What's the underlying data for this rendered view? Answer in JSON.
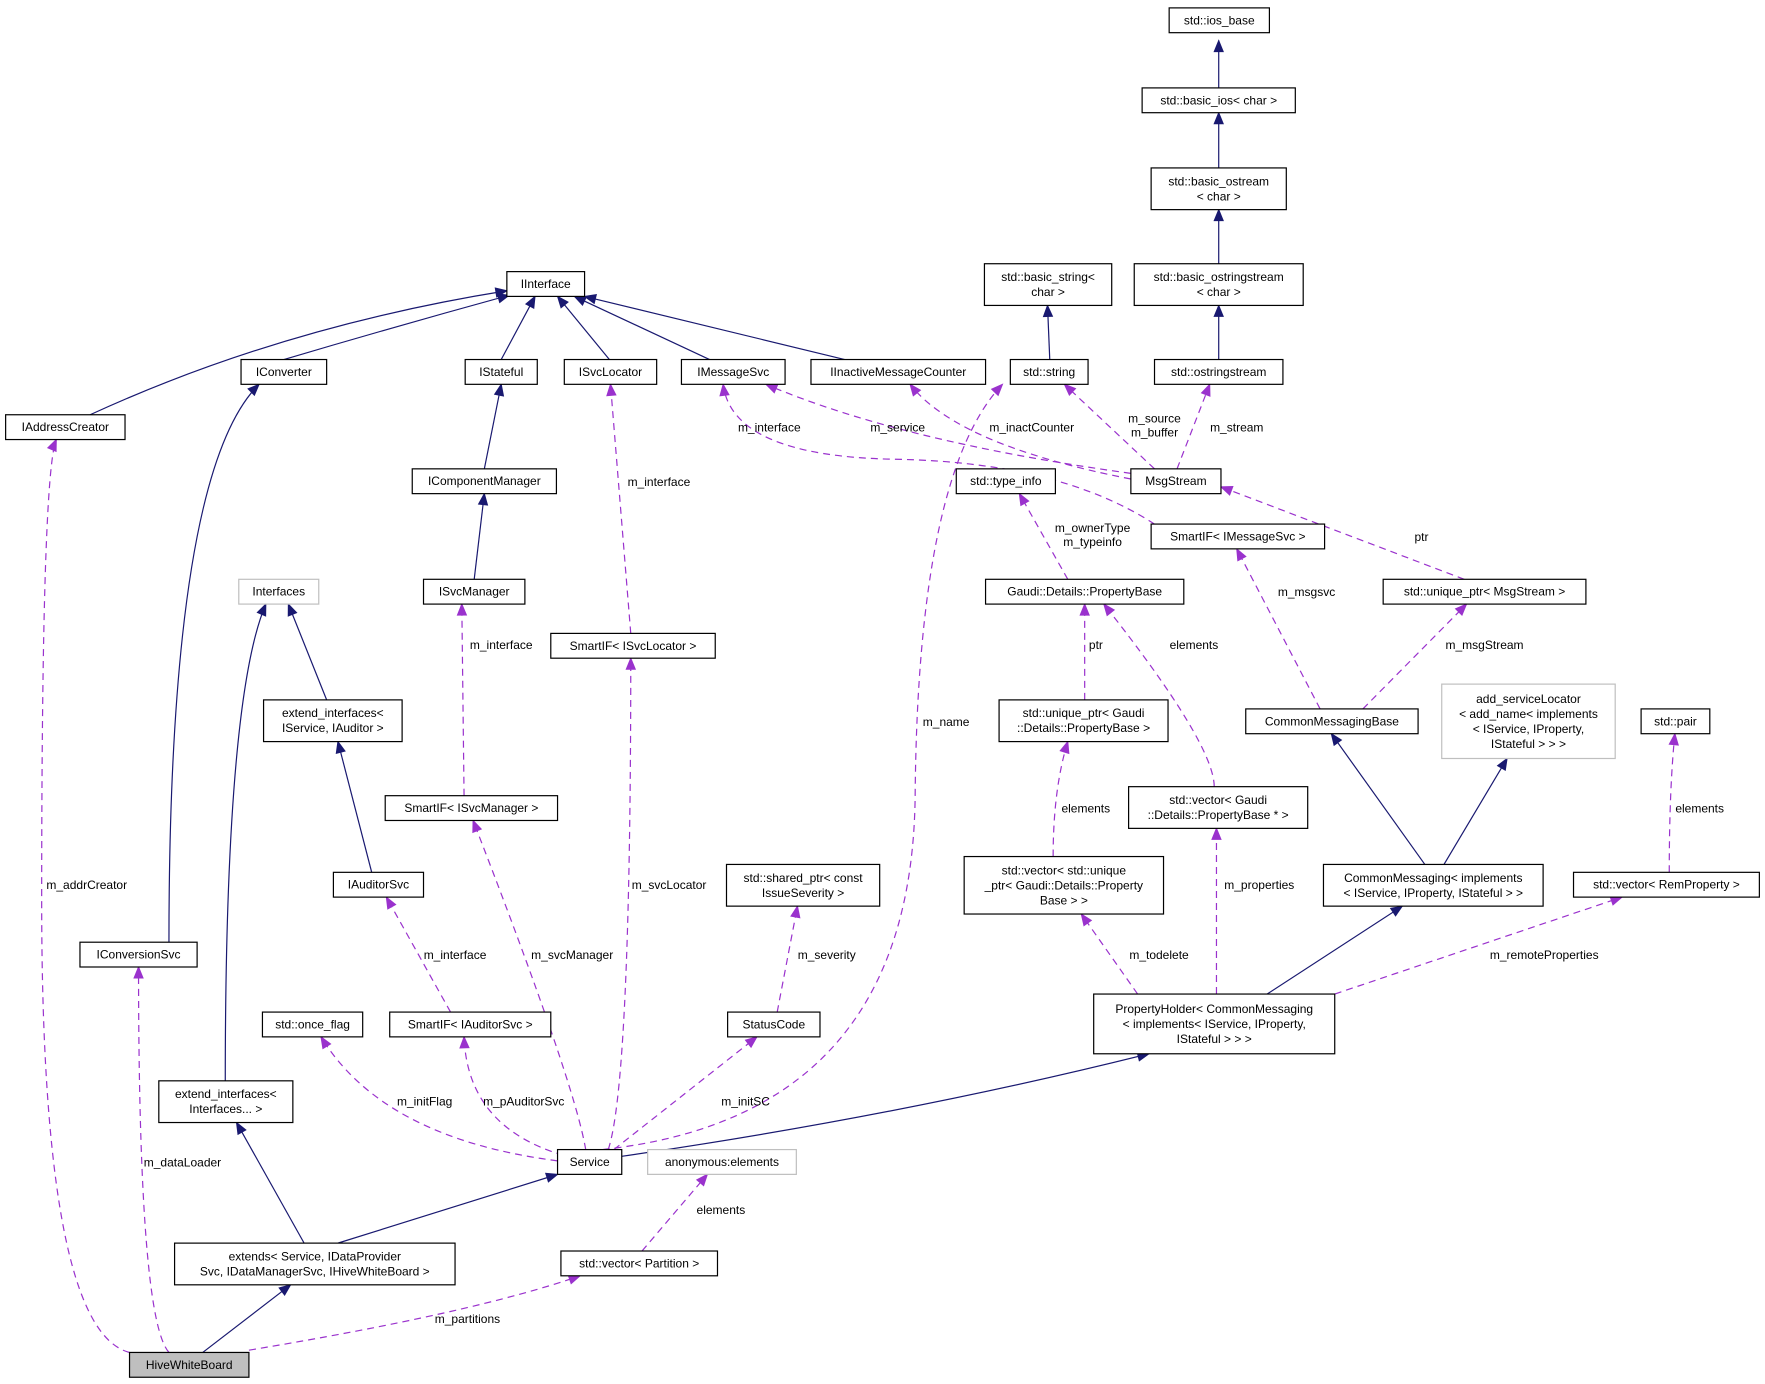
{
  "nodes": [
    {
      "id": "ios_base",
      "lines": [
        "std::ios_base"
      ],
      "style": "normal"
    },
    {
      "id": "basic_ios",
      "lines": [
        "std::basic_ios< char >"
      ],
      "style": "normal"
    },
    {
      "id": "basic_ostream",
      "lines": [
        "std::basic_ostream",
        "< char >"
      ],
      "style": "normal"
    },
    {
      "id": "basic_ostringstream",
      "lines": [
        "std::basic_ostringstream",
        "< char >"
      ],
      "style": "normal"
    },
    {
      "id": "basic_string",
      "lines": [
        "std::basic_string<",
        "char >"
      ],
      "style": "normal"
    },
    {
      "id": "IInterface",
      "lines": [
        "IInterface"
      ],
      "style": "normal"
    },
    {
      "id": "IConverter",
      "lines": [
        "IConverter"
      ],
      "style": "normal"
    },
    {
      "id": "IStateful",
      "lines": [
        "IStateful"
      ],
      "style": "normal"
    },
    {
      "id": "ISvcLocator",
      "lines": [
        "ISvcLocator"
      ],
      "style": "normal"
    },
    {
      "id": "IMessageSvc",
      "lines": [
        "IMessageSvc"
      ],
      "style": "normal"
    },
    {
      "id": "IInactiveMessageCounter",
      "lines": [
        "IInactiveMessageCounter"
      ],
      "style": "normal"
    },
    {
      "id": "string",
      "lines": [
        "std::string"
      ],
      "style": "normal"
    },
    {
      "id": "ostringstream",
      "lines": [
        "std::ostringstream"
      ],
      "style": "normal"
    },
    {
      "id": "IAddressCreator",
      "lines": [
        "IAddressCreator"
      ],
      "style": "normal"
    },
    {
      "id": "IComponentManager",
      "lines": [
        "IComponentManager"
      ],
      "style": "normal"
    },
    {
      "id": "type_info",
      "lines": [
        "std::type_info"
      ],
      "style": "normal"
    },
    {
      "id": "MsgStream",
      "lines": [
        "MsgStream"
      ],
      "style": "normal"
    },
    {
      "id": "SmartIF_IMessageSvc",
      "lines": [
        "SmartIF< IMessageSvc >"
      ],
      "style": "normal"
    },
    {
      "id": "Interfaces",
      "lines": [
        "Interfaces"
      ],
      "style": "gray"
    },
    {
      "id": "ISvcManager",
      "lines": [
        "ISvcManager"
      ],
      "style": "normal"
    },
    {
      "id": "PropertyBase",
      "lines": [
        "Gaudi::Details::PropertyBase"
      ],
      "style": "normal"
    },
    {
      "id": "unique_ptr_MsgStream",
      "lines": [
        "std::unique_ptr< MsgStream >"
      ],
      "style": "normal"
    },
    {
      "id": "SmartIF_ISvcLocator",
      "lines": [
        "SmartIF< ISvcLocator >"
      ],
      "style": "normal"
    },
    {
      "id": "extend_interfaces_ISvc",
      "lines": [
        "extend_interfaces<",
        "IService, IAuditor >"
      ],
      "style": "normal"
    },
    {
      "id": "unique_ptr_PropertyBase",
      "lines": [
        "std::unique_ptr< Gaudi",
        "::Details::PropertyBase >"
      ],
      "style": "normal"
    },
    {
      "id": "CommonMessagingBase",
      "lines": [
        "CommonMessagingBase"
      ],
      "style": "normal"
    },
    {
      "id": "add_serviceLocator",
      "lines": [
        "add_serviceLocator",
        "< add_name< implements",
        "< IService, IProperty,",
        "IStateful > > >"
      ],
      "style": "gray"
    },
    {
      "id": "pair",
      "lines": [
        "std::pair"
      ],
      "style": "normal"
    },
    {
      "id": "SmartIF_ISvcManager",
      "lines": [
        "SmartIF< ISvcManager >"
      ],
      "style": "normal"
    },
    {
      "id": "vector_PropertyBase_ptr",
      "lines": [
        "std::vector< Gaudi",
        "::Details::PropertyBase * >"
      ],
      "style": "normal"
    },
    {
      "id": "IAuditorSvc",
      "lines": [
        "IAuditorSvc"
      ],
      "style": "normal"
    },
    {
      "id": "shared_ptr_IssueSeverity",
      "lines": [
        "std::shared_ptr< const",
        "IssueSeverity >"
      ],
      "style": "normal"
    },
    {
      "id": "vector_unique_ptr",
      "lines": [
        "std::vector< std::unique",
        "_ptr< Gaudi::Details::Property",
        "Base > >"
      ],
      "style": "normal"
    },
    {
      "id": "CommonMessaging",
      "lines": [
        "CommonMessaging< implements",
        "< IService, IProperty, IStateful > >"
      ],
      "style": "normal"
    },
    {
      "id": "vector_RemProperty",
      "lines": [
        "std::vector< RemProperty >"
      ],
      "style": "normal"
    },
    {
      "id": "IConversionSvc",
      "lines": [
        "IConversionSvc"
      ],
      "style": "normal"
    },
    {
      "id": "once_flag",
      "lines": [
        "std::once_flag"
      ],
      "style": "normal"
    },
    {
      "id": "SmartIF_IAuditorSvc",
      "lines": [
        "SmartIF< IAuditorSvc >"
      ],
      "style": "normal"
    },
    {
      "id": "StatusCode",
      "lines": [
        "StatusCode"
      ],
      "style": "normal"
    },
    {
      "id": "PropertyHolder",
      "lines": [
        "PropertyHolder< CommonMessaging",
        "< implements< IService, IProperty,",
        "IStateful > > >"
      ],
      "style": "normal"
    },
    {
      "id": "extend_interfaces_I",
      "lines": [
        "extend_interfaces<",
        "Interfaces... >"
      ],
      "style": "normal"
    },
    {
      "id": "Service",
      "lines": [
        "Service"
      ],
      "style": "normal"
    },
    {
      "id": "anonymous_elements",
      "lines": [
        "anonymous:elements"
      ],
      "style": "gray"
    },
    {
      "id": "extends_Service",
      "lines": [
        "extends< Service, IDataProvider",
        "Svc, IDataManagerSvc, IHiveWhiteBoard >"
      ],
      "style": "normal"
    },
    {
      "id": "vector_Partition",
      "lines": [
        "std::vector< Partition >"
      ],
      "style": "normal"
    },
    {
      "id": "HiveWhiteBoard",
      "lines": [
        "HiveWhiteBoard"
      ],
      "style": "highlight"
    }
  ],
  "edge_labels": [
    {
      "id": "lbl_m_interface_1",
      "lines": [
        "m_interface"
      ]
    },
    {
      "id": "lbl_m_service",
      "lines": [
        "m_service"
      ]
    },
    {
      "id": "lbl_m_inactCounter",
      "lines": [
        "m_inactCounter"
      ]
    },
    {
      "id": "lbl_m_source",
      "lines": [
        "m_source",
        "m_buffer"
      ]
    },
    {
      "id": "lbl_m_stream",
      "lines": [
        "m_stream"
      ]
    },
    {
      "id": "lbl_m_interface_2",
      "lines": [
        "m_interface"
      ]
    },
    {
      "id": "lbl_m_ownerType",
      "lines": [
        "m_ownerType",
        "m_typeinfo"
      ]
    },
    {
      "id": "lbl_ptr_1",
      "lines": [
        "ptr"
      ]
    },
    {
      "id": "lbl_m_msgsvc",
      "lines": [
        "m_msgsvc"
      ]
    },
    {
      "id": "lbl_m_interface_3",
      "lines": [
        "m_interface"
      ]
    },
    {
      "id": "lbl_ptr_2",
      "lines": [
        "ptr"
      ]
    },
    {
      "id": "lbl_elements_1",
      "lines": [
        "elements"
      ]
    },
    {
      "id": "lbl_m_msgStream",
      "lines": [
        "m_msgStream"
      ]
    },
    {
      "id": "lbl_m_name",
      "lines": [
        "m_name"
      ]
    },
    {
      "id": "lbl_elements_2",
      "lines": [
        "elements"
      ]
    },
    {
      "id": "lbl_elements_3",
      "lines": [
        "elements"
      ]
    },
    {
      "id": "lbl_m_addrCreator",
      "lines": [
        "m_addrCreator"
      ]
    },
    {
      "id": "lbl_m_svcLocator",
      "lines": [
        "m_svcLocator"
      ]
    },
    {
      "id": "lbl_m_properties",
      "lines": [
        "m_properties"
      ]
    },
    {
      "id": "lbl_m_interface_4",
      "lines": [
        "m_interface"
      ]
    },
    {
      "id": "lbl_m_svcManager",
      "lines": [
        "m_svcManager"
      ]
    },
    {
      "id": "lbl_m_severity",
      "lines": [
        "m_severity"
      ]
    },
    {
      "id": "lbl_m_todelete",
      "lines": [
        "m_todelete"
      ]
    },
    {
      "id": "lbl_m_remoteProperties",
      "lines": [
        "m_remoteProperties"
      ]
    },
    {
      "id": "lbl_m_initFlag",
      "lines": [
        "m_initFlag"
      ]
    },
    {
      "id": "lbl_m_pAuditorSvc",
      "lines": [
        "m_pAuditorSvc"
      ]
    },
    {
      "id": "lbl_m_initSC",
      "lines": [
        "m_initSC"
      ]
    },
    {
      "id": "lbl_m_dataLoader",
      "lines": [
        "m_dataLoader"
      ]
    },
    {
      "id": "lbl_elements_4",
      "lines": [
        "elements"
      ]
    },
    {
      "id": "lbl_m_partitions",
      "lines": [
        "m_partitions"
      ]
    }
  ],
  "colors": {
    "inheritance_edge": "#191970",
    "usage_edge": "#9a32cd",
    "highlight_fill": "#bfbfbf",
    "gray_border": "#bfbfbf"
  }
}
